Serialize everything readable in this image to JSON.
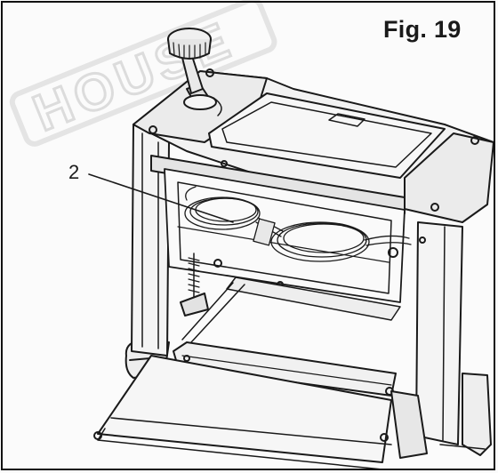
{
  "figure": {
    "label": "Fig. 19",
    "callouts": [
      "2"
    ],
    "watermark": "HOUSE"
  },
  "colors": {
    "line": "#1a1a1a",
    "fill_light": "#f2f2f2",
    "fill_mid": "#dcdcdc",
    "watermark": "#e6e6e6"
  }
}
